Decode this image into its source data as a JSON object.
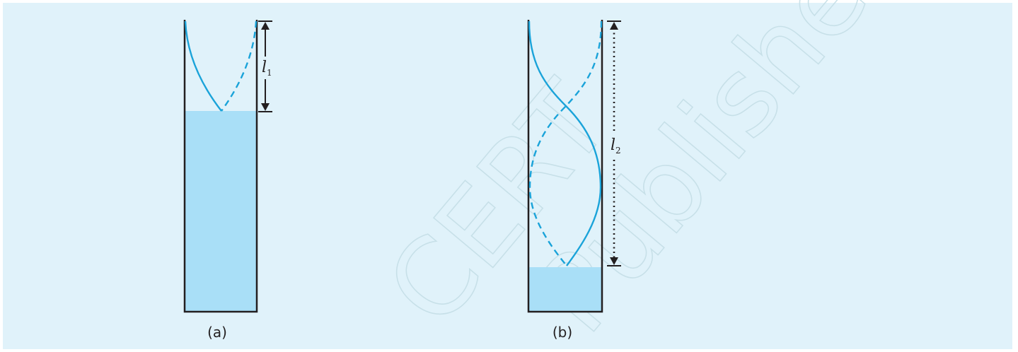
{
  "figure": {
    "panel_a": {
      "caption": "(a)",
      "length_label": "l",
      "length_subscript": "1"
    },
    "panel_b": {
      "caption": "(b)",
      "length_label": "l",
      "length_subscript": "2"
    },
    "watermark": {
      "text_1": "CERT",
      "text_2": "Published"
    }
  },
  "colors": {
    "background": "#e0f2fa",
    "water": "#a9dff7",
    "wave": "#1aa3d9",
    "outline": "#231f20"
  }
}
